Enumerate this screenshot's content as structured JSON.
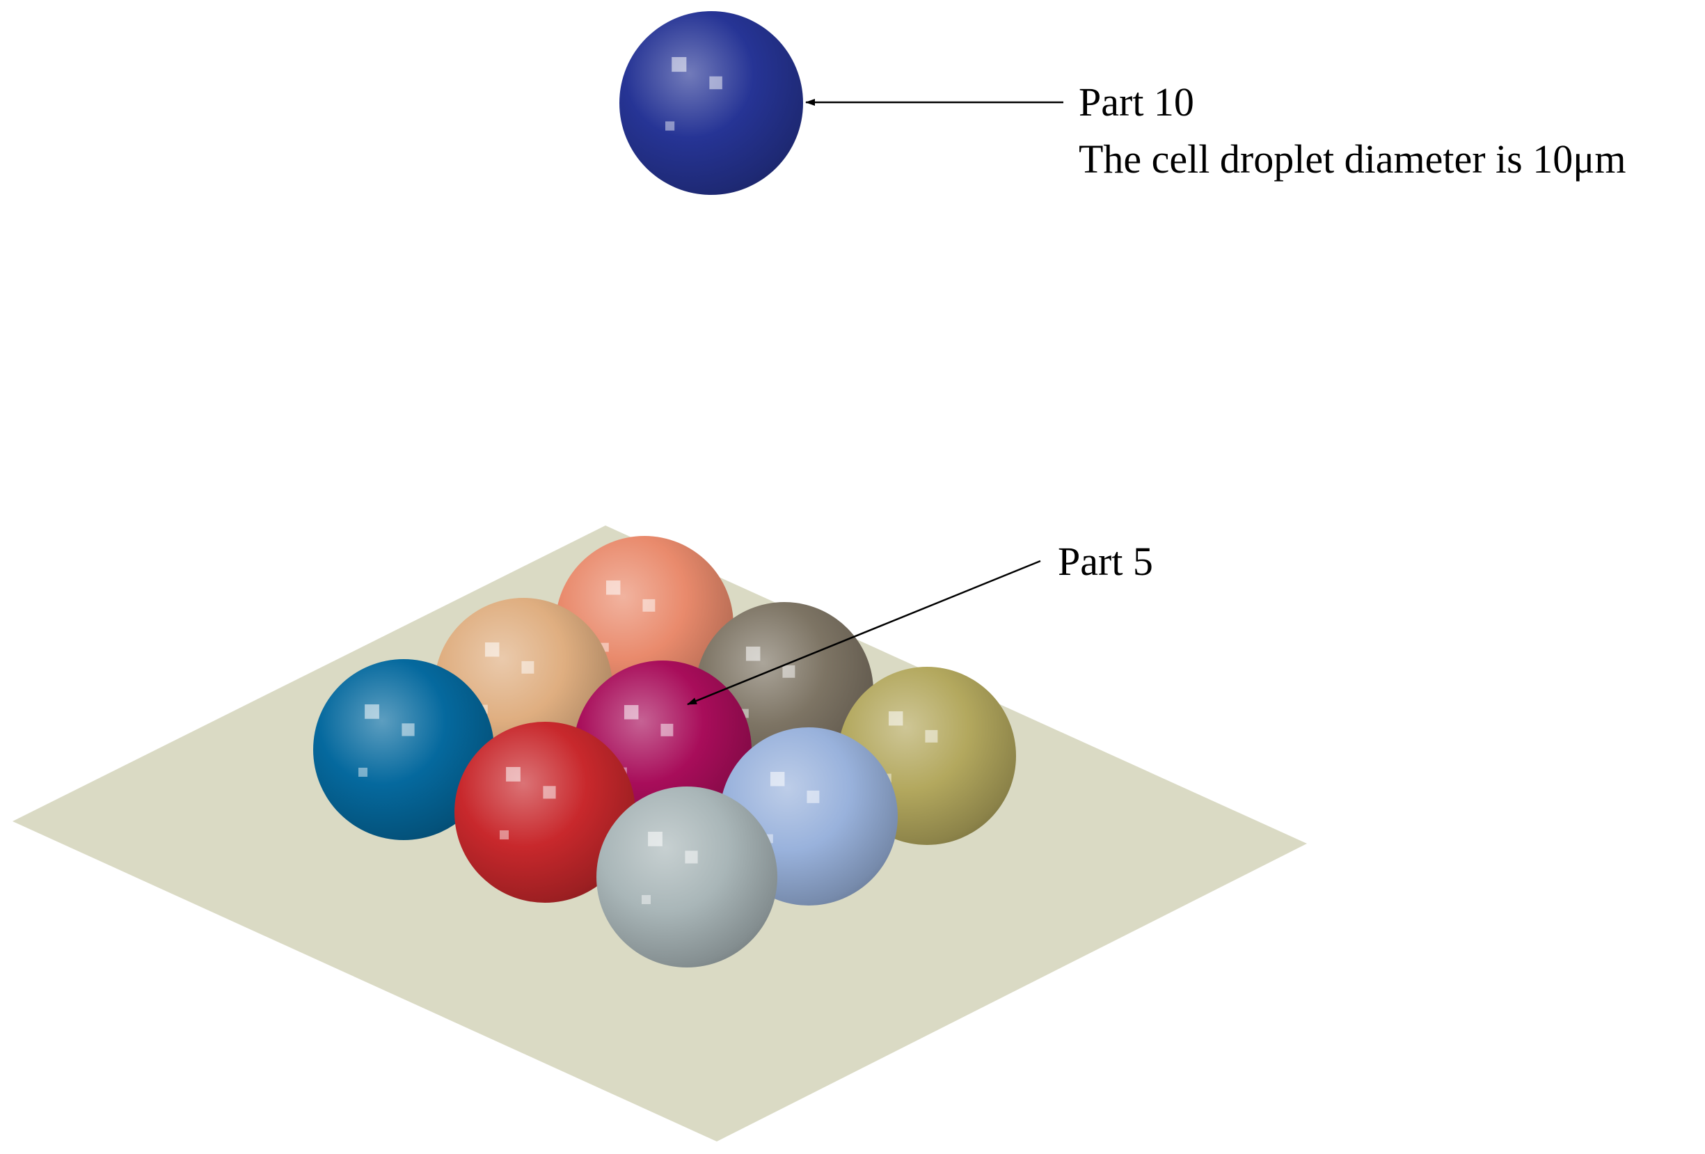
{
  "annotations": {
    "part10_label": "Part 10",
    "part10_description": "The cell droplet diameter is 10μm",
    "part5_label": "Part 5"
  },
  "colors": {
    "substrate": "#dadac4",
    "arrow": "#000000"
  },
  "spheres": [
    {
      "name": "sphere-part-10",
      "color": "#263495"
    },
    {
      "name": "sphere-back-salmon",
      "color": "#e98a6c"
    },
    {
      "name": "sphere-tan",
      "color": "#dfae80"
    },
    {
      "name": "sphere-gray-brown",
      "color": "#7d7464"
    },
    {
      "name": "sphere-blue",
      "color": "#05699e"
    },
    {
      "name": "sphere-part-5-magenta",
      "color": "#a80d5a"
    },
    {
      "name": "sphere-olive",
      "color": "#b3a85e"
    },
    {
      "name": "sphere-red",
      "color": "#c8282c"
    },
    {
      "name": "sphere-light-blue",
      "color": "#99b2dc"
    },
    {
      "name": "sphere-silver",
      "color": "#a9b6b8"
    }
  ]
}
